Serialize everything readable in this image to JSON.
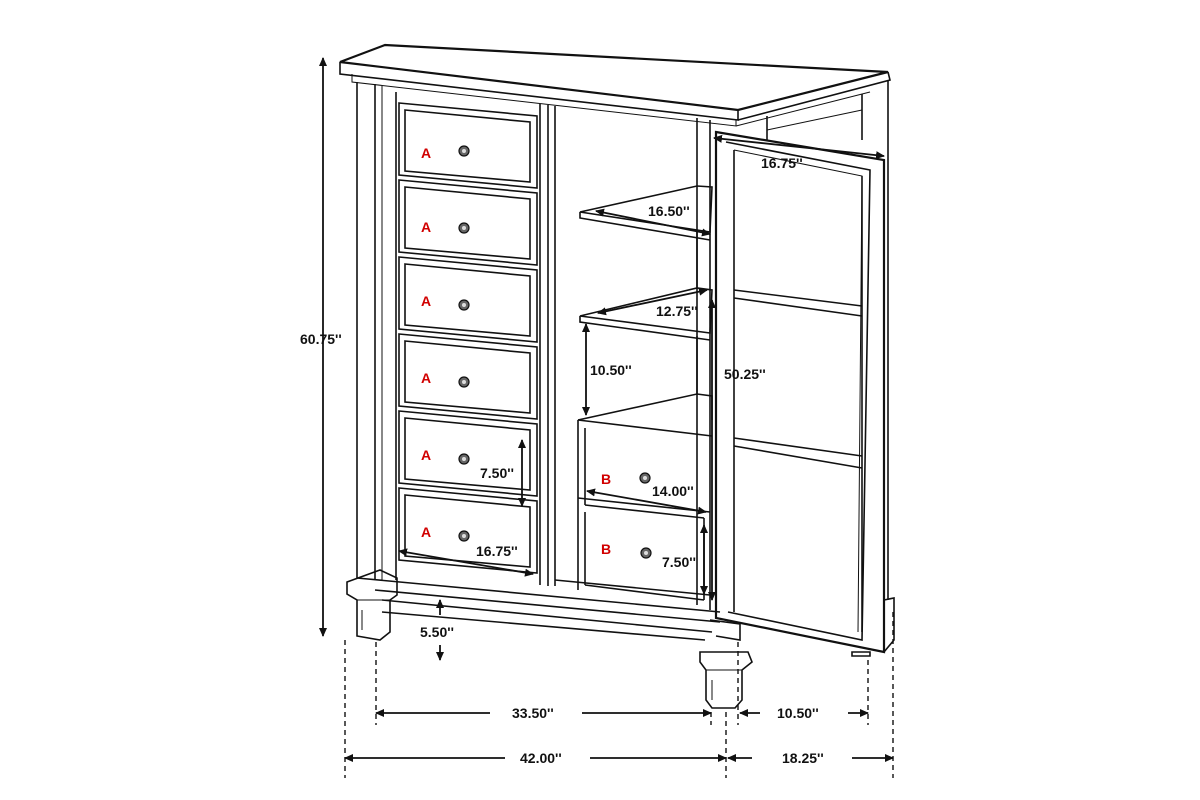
{
  "colors": {
    "line": "#111111",
    "drawer_label": "#d10000",
    "background": "#ffffff"
  },
  "dimensions": {
    "overall_height": "60.75''",
    "door_width": "16.75''",
    "upper_shelf_width": "16.50''",
    "lower_shelf_depth": "12.75''",
    "shelf_spacing": "10.50''",
    "door_height": "50.25''",
    "drawer_a_height": "7.50''",
    "drawer_a_width": "16.75''",
    "drawer_b_width": "14.00''",
    "drawer_b_height": "7.50''",
    "leg_height": "5.50''",
    "body_width": "33.50''",
    "body_depth": "10.50''",
    "overall_width": "42.00''",
    "overall_depth": "18.25''"
  },
  "drawer_labels": {
    "left_column": [
      "A",
      "A",
      "A",
      "A",
      "A",
      "A"
    ],
    "right_column": [
      "B",
      "B"
    ]
  }
}
